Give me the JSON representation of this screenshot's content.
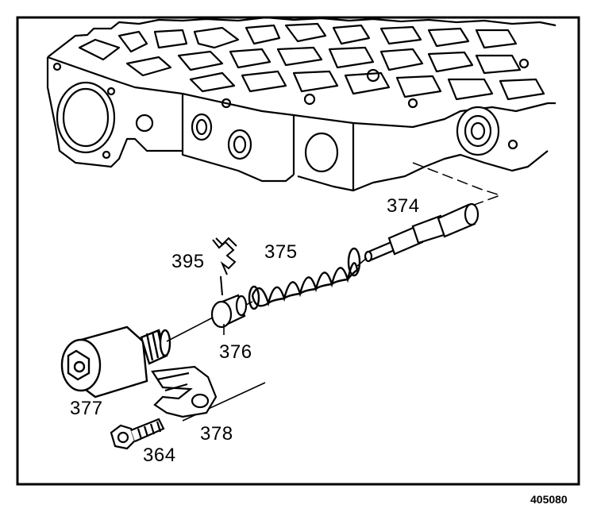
{
  "callouts": {
    "c374": "374",
    "c375": "375",
    "c395": "395",
    "c376": "376",
    "c377": "377",
    "c378": "378",
    "c364": "364"
  },
  "figure_id": "405080",
  "colors": {
    "ink": "#000000",
    "paper": "#ffffff"
  }
}
